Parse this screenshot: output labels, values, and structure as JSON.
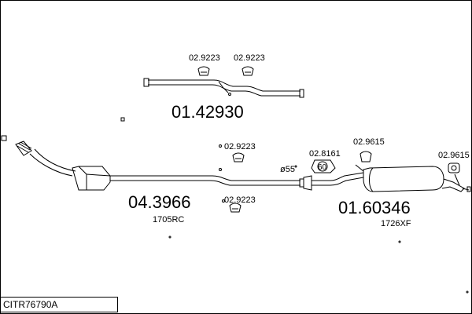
{
  "diagram_code": "CITR76790A",
  "groups": {
    "front_pipe": {
      "part_number": "01.42930",
      "clamp_a": "02.9223",
      "clamp_b": "02.9223"
    },
    "catalyst": {
      "part_number": "04.3966",
      "ref": "1705RC",
      "clamp_top": "02.9223",
      "clamp_bottom": "02.9223"
    },
    "rear": {
      "part_number": "01.60346",
      "ref": "1726XF",
      "gasket": "02.8161",
      "gasket_label": "60",
      "hanger_a": "02.9615",
      "hanger_b": "02.9615",
      "diameter": "ø55"
    }
  }
}
